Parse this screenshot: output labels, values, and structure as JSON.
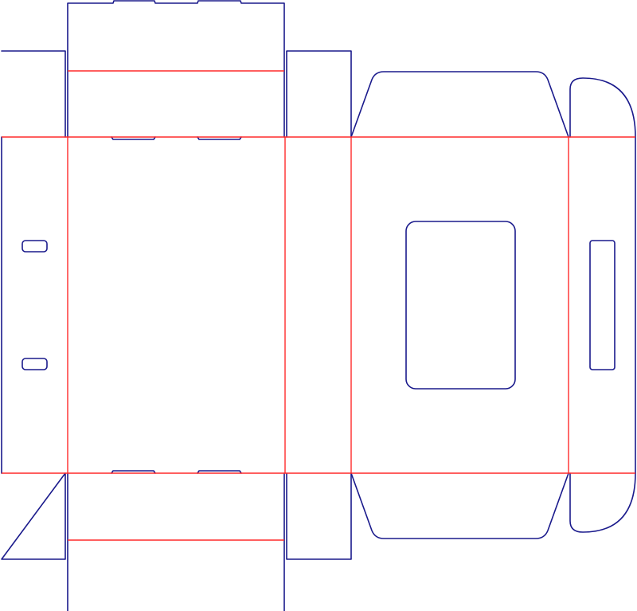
{
  "diagram": {
    "type": "packaging-dieline",
    "colors": {
      "background": "#ffffff",
      "cut_line": "#1a1a8c",
      "fold_line": "#ff2a2a"
    },
    "line_types": {
      "cut": "solid",
      "fold": "solid"
    }
  }
}
